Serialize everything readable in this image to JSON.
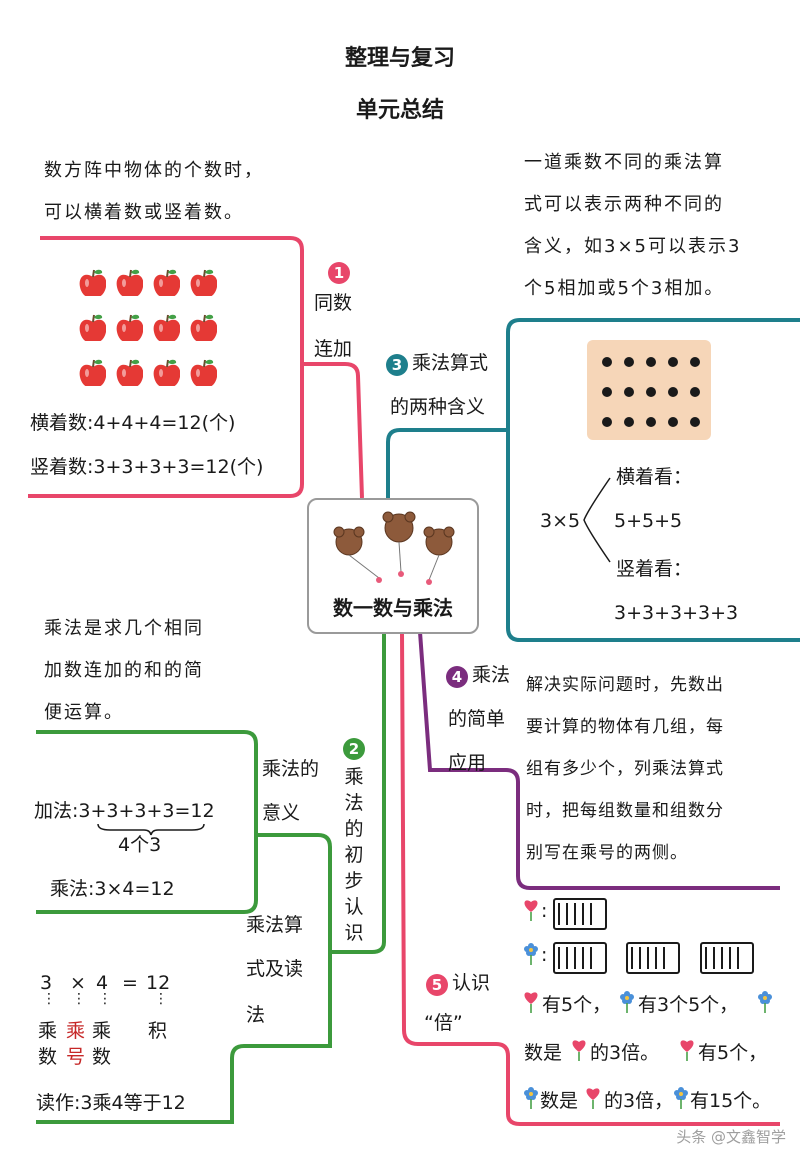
{
  "title": "整理与复习",
  "subtitle": "单元总结",
  "center": {
    "label": "数一数与乘法"
  },
  "branch1": {
    "number": "1",
    "label_lines": [
      "同数",
      "连加"
    ],
    "note_lines": [
      "数方阵中物体的个数时，",
      "可以横着数或竖着数。"
    ],
    "horizontal": "横着数:4+4+4=12(个)",
    "vertical": "竖着数:3+3+3+3=12(个)"
  },
  "branch2": {
    "number": "2",
    "label_chars": [
      "乘",
      "法",
      "的",
      "初",
      "步",
      "认",
      "识"
    ],
    "meaning": {
      "label_lines": [
        "乘法的",
        "意义"
      ],
      "note_lines": [
        "乘法是求几个相同",
        "加数连加的和的简",
        "便运算。"
      ],
      "addition": "加法:3+3+3+3=12",
      "brace_note": "4个3",
      "multiplication": "乘法:3×4=12"
    },
    "reading": {
      "label_lines": [
        "乘法算",
        "式及读",
        "法"
      ],
      "expr": [
        "3",
        "×",
        "4",
        "=",
        "12"
      ],
      "parts": [
        "乘",
        "乘",
        "乘",
        "积"
      ],
      "parts2": [
        "数",
        "号",
        "数"
      ],
      "read": "读作:3乘4等于12"
    }
  },
  "branch3": {
    "number": "3",
    "label_lines": [
      "乘法算式",
      "的两种含义"
    ],
    "note_lines": [
      "一道乘数不同的乘法算",
      "式可以表示两种不同的",
      "含义，如3×5可以表示3",
      "个5相加或5个3相加。"
    ],
    "expr": "3×5",
    "h_label": "横着看：",
    "h_expr": "5+5+5",
    "v_label": "竖着看：",
    "v_expr": "3+3+3+3+3"
  },
  "branch4": {
    "number": "4",
    "label_lines": [
      "乘法",
      "的简单",
      "应用"
    ],
    "note_lines": [
      "解决实际问题时，先数出",
      "要计算的物体有几组，每",
      "组有多少个，列乘法算式",
      "时，把每组数量和组数分",
      "别写在乘号的两侧。"
    ]
  },
  "branch5": {
    "number": "5",
    "label_lines": [
      "认识",
      "“倍”"
    ],
    "colon": ":",
    "line3": [
      "有5个，",
      "有3个5个，"
    ],
    "line4": [
      "数是",
      "的3倍。",
      "有5个，"
    ],
    "line5": [
      "数是",
      "的3倍，",
      "有15个。"
    ]
  },
  "colors": {
    "branch1": "#e8466a",
    "branch2": "#3c9a3c",
    "branch3": "#1e7f8c",
    "branch4": "#7b2d7e",
    "branch5": "#e8466a",
    "apple": "#e53935",
    "board": "#f6d6b8"
  },
  "watermark": "头条 @文鑫智学"
}
